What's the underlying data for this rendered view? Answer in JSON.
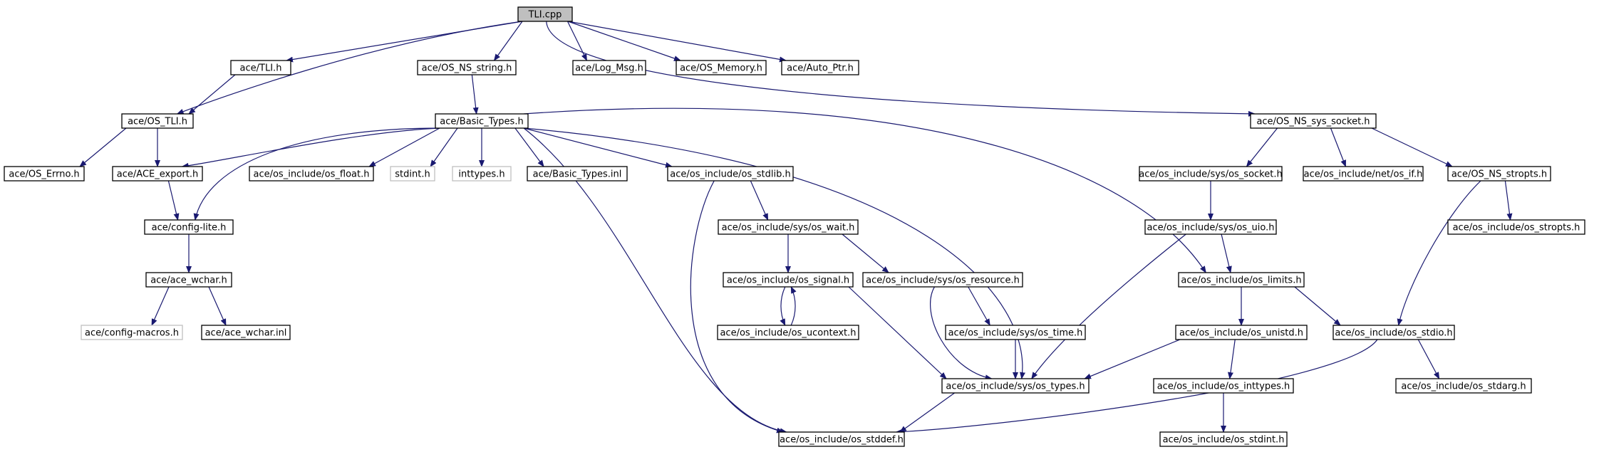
{
  "colors": {
    "edge": "#191970",
    "node_border": "#000000",
    "root_fill": "#bfbfbf",
    "external_border": "#bfbfbf"
  },
  "nodes": [
    {
      "id": "tli_cpp",
      "label": "TLI.cpp",
      "style": "root"
    },
    {
      "id": "tli_h",
      "label": "ace/TLI.h"
    },
    {
      "id": "os_ns_string",
      "label": "ace/OS_NS_string.h"
    },
    {
      "id": "log_msg",
      "label": "ace/Log_Msg.h"
    },
    {
      "id": "os_memory",
      "label": "ace/OS_Memory.h"
    },
    {
      "id": "auto_ptr",
      "label": "ace/Auto_Ptr.h"
    },
    {
      "id": "os_tli",
      "label": "ace/OS_TLI.h"
    },
    {
      "id": "basic_types_h",
      "label": "ace/Basic_Types.h"
    },
    {
      "id": "os_ns_sys_socket",
      "label": "ace/OS_NS_sys_socket.h"
    },
    {
      "id": "os_errno",
      "label": "ace/OS_Errno.h"
    },
    {
      "id": "ace_export",
      "label": "ace/ACE_export.h"
    },
    {
      "id": "os_float",
      "label": "ace/os_include/os_float.h"
    },
    {
      "id": "stdint_h",
      "label": "stdint.h",
      "style": "external"
    },
    {
      "id": "inttypes_h",
      "label": "inttypes.h",
      "style": "external"
    },
    {
      "id": "basic_types_inl",
      "label": "ace/Basic_Types.inl"
    },
    {
      "id": "os_stdlib",
      "label": "ace/os_include/os_stdlib.h"
    },
    {
      "id": "sys_os_socket",
      "label": "ace/os_include/sys/os_socket.h"
    },
    {
      "id": "net_os_if",
      "label": "ace/os_include/net/os_if.h"
    },
    {
      "id": "os_ns_stropts",
      "label": "ace/OS_NS_stropts.h"
    },
    {
      "id": "config_lite",
      "label": "ace/config-lite.h"
    },
    {
      "id": "sys_os_wait",
      "label": "ace/os_include/sys/os_wait.h"
    },
    {
      "id": "sys_os_uio",
      "label": "ace/os_include/sys/os_uio.h"
    },
    {
      "id": "os_stropts",
      "label": "ace/os_include/os_stropts.h"
    },
    {
      "id": "ace_wchar_h",
      "label": "ace/ace_wchar.h"
    },
    {
      "id": "os_signal",
      "label": "ace/os_include/os_signal.h"
    },
    {
      "id": "sys_os_resource",
      "label": "ace/os_include/sys/os_resource.h"
    },
    {
      "id": "os_limits",
      "label": "ace/os_include/os_limits.h"
    },
    {
      "id": "config_macros",
      "label": "ace/config-macros.h",
      "style": "external"
    },
    {
      "id": "ace_wchar_inl",
      "label": "ace/ace_wchar.inl"
    },
    {
      "id": "os_ucontext",
      "label": "ace/os_include/os_ucontext.h"
    },
    {
      "id": "sys_os_time",
      "label": "ace/os_include/sys/os_time.h"
    },
    {
      "id": "os_unistd",
      "label": "ace/os_include/os_unistd.h"
    },
    {
      "id": "os_stdio",
      "label": "ace/os_include/os_stdio.h"
    },
    {
      "id": "sys_os_types",
      "label": "ace/os_include/sys/os_types.h"
    },
    {
      "id": "os_inttypes",
      "label": "ace/os_include/os_inttypes.h"
    },
    {
      "id": "os_stdarg",
      "label": "ace/os_include/os_stdarg.h"
    },
    {
      "id": "os_stddef",
      "label": "ace/os_include/os_stddef.h"
    },
    {
      "id": "os_stdint",
      "label": "ace/os_include/os_stdint.h"
    }
  ],
  "edges": [
    [
      "tli_cpp",
      "tli_h"
    ],
    [
      "tli_cpp",
      "os_ns_string"
    ],
    [
      "tli_cpp",
      "log_msg"
    ],
    [
      "tli_cpp",
      "os_memory"
    ],
    [
      "tli_cpp",
      "auto_ptr"
    ],
    [
      "tli_cpp",
      "os_tli"
    ],
    [
      "tli_cpp",
      "os_ns_sys_socket"
    ],
    [
      "tli_h",
      "os_tli"
    ],
    [
      "os_ns_string",
      "basic_types_h"
    ],
    [
      "os_tli",
      "os_errno"
    ],
    [
      "os_tli",
      "ace_export"
    ],
    [
      "basic_types_h",
      "ace_export"
    ],
    [
      "basic_types_h",
      "config_lite"
    ],
    [
      "basic_types_h",
      "os_float"
    ],
    [
      "basic_types_h",
      "stdint_h"
    ],
    [
      "basic_types_h",
      "inttypes_h"
    ],
    [
      "basic_types_h",
      "basic_types_inl"
    ],
    [
      "basic_types_h",
      "os_stdlib"
    ],
    [
      "basic_types_h",
      "sys_os_types"
    ],
    [
      "basic_types_h",
      "os_limits"
    ],
    [
      "basic_types_h",
      "os_stddef"
    ],
    [
      "os_ns_sys_socket",
      "sys_os_socket"
    ],
    [
      "os_ns_sys_socket",
      "net_os_if"
    ],
    [
      "os_ns_sys_socket",
      "os_ns_stropts"
    ],
    [
      "ace_export",
      "config_lite"
    ],
    [
      "config_lite",
      "ace_wchar_h"
    ],
    [
      "ace_wchar_h",
      "config_macros"
    ],
    [
      "ace_wchar_h",
      "ace_wchar_inl"
    ],
    [
      "os_stdlib",
      "sys_os_wait"
    ],
    [
      "os_stdlib",
      "os_stddef"
    ],
    [
      "sys_os_socket",
      "sys_os_uio"
    ],
    [
      "os_ns_stropts",
      "os_stropts"
    ],
    [
      "os_ns_stropts",
      "os_stdio"
    ],
    [
      "sys_os_wait",
      "os_signal"
    ],
    [
      "sys_os_wait",
      "sys_os_resource"
    ],
    [
      "sys_os_uio",
      "os_limits"
    ],
    [
      "sys_os_uio",
      "sys_os_types"
    ],
    [
      "os_signal",
      "os_ucontext"
    ],
    [
      "os_ucontext",
      "os_signal"
    ],
    [
      "os_signal",
      "sys_os_types"
    ],
    [
      "sys_os_resource",
      "sys_os_time"
    ],
    [
      "sys_os_resource",
      "sys_os_types"
    ],
    [
      "sys_os_time",
      "sys_os_types"
    ],
    [
      "os_limits",
      "os_unistd"
    ],
    [
      "os_limits",
      "os_stdio"
    ],
    [
      "os_unistd",
      "sys_os_types"
    ],
    [
      "os_unistd",
      "os_inttypes"
    ],
    [
      "os_stdio",
      "os_stdarg"
    ],
    [
      "os_stdio",
      "os_stddef"
    ],
    [
      "sys_os_types",
      "os_stddef"
    ],
    [
      "os_inttypes",
      "os_stdint"
    ]
  ]
}
